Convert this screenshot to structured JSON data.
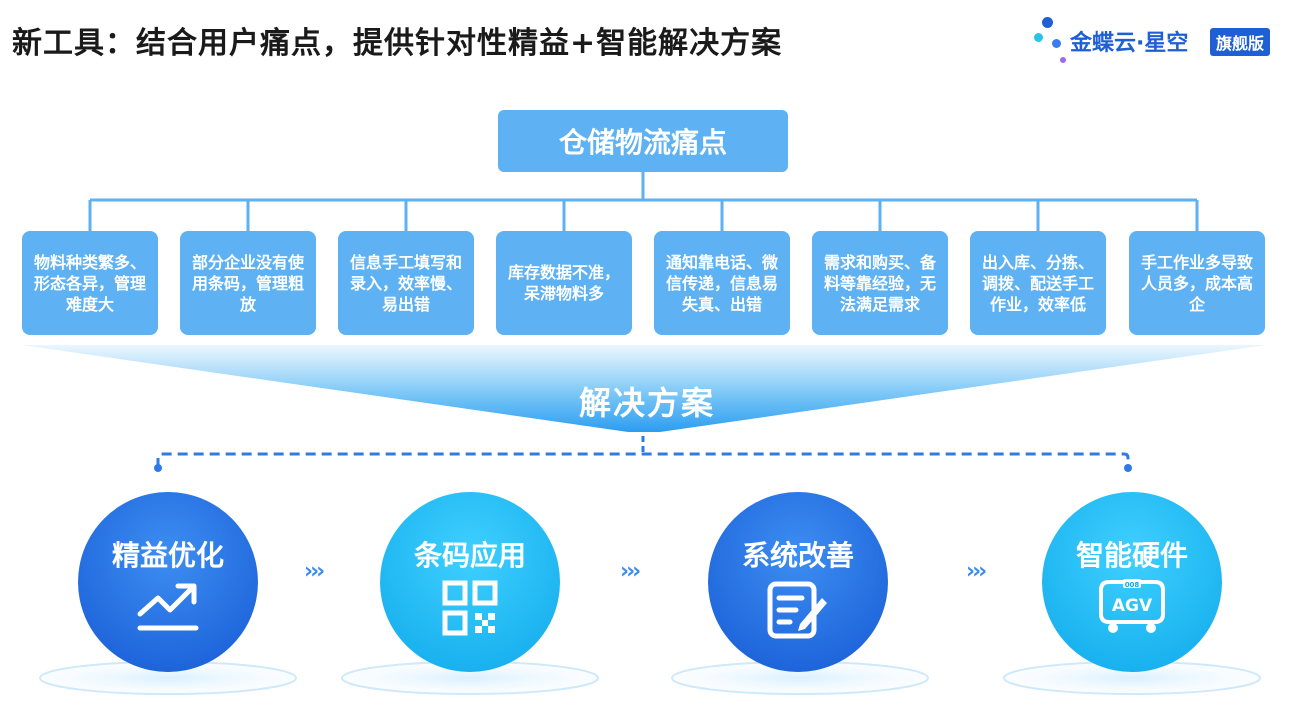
{
  "header": {
    "title": "新工具：结合用户痛点，提供针对性精益+智能解决方案"
  },
  "logo": {
    "text": "金蝶云·星空",
    "badge": "旗舰版"
  },
  "root": {
    "label": "仓储物流痛点"
  },
  "pain_points": [
    "物料种类繁多、形态各异，管理难度大",
    "部分企业没有使用条码，管理粗放",
    "信息手工填写和录入，效率慢、易出错",
    "库存数据不准，呆滞物料多",
    "通知靠电话、微信传递，信息易失真、出错",
    "需求和购买、备料等靠经验，无法满足需求",
    "出入库、分拣、调拨、配送手工作业，效率低",
    "手工作业多导致人员多，成本高企"
  ],
  "solution": {
    "title": "解决方案",
    "items": [
      {
        "label": "精益优化",
        "icon": "trend-up-icon"
      },
      {
        "label": "条码应用",
        "icon": "qr-code-icon"
      },
      {
        "label": "系统改善",
        "icon": "edit-document-icon"
      },
      {
        "label": "智能硬件",
        "icon": "agv-icon",
        "icon_text": "AGV",
        "icon_small_text": "008"
      }
    ],
    "chevron": "›››"
  },
  "colors": {
    "box_blue": "#5eb1f2",
    "circle_dark": "#1e6fe0",
    "circle_cyan": "#1bb8f0",
    "brand": "#1f5fd6"
  }
}
